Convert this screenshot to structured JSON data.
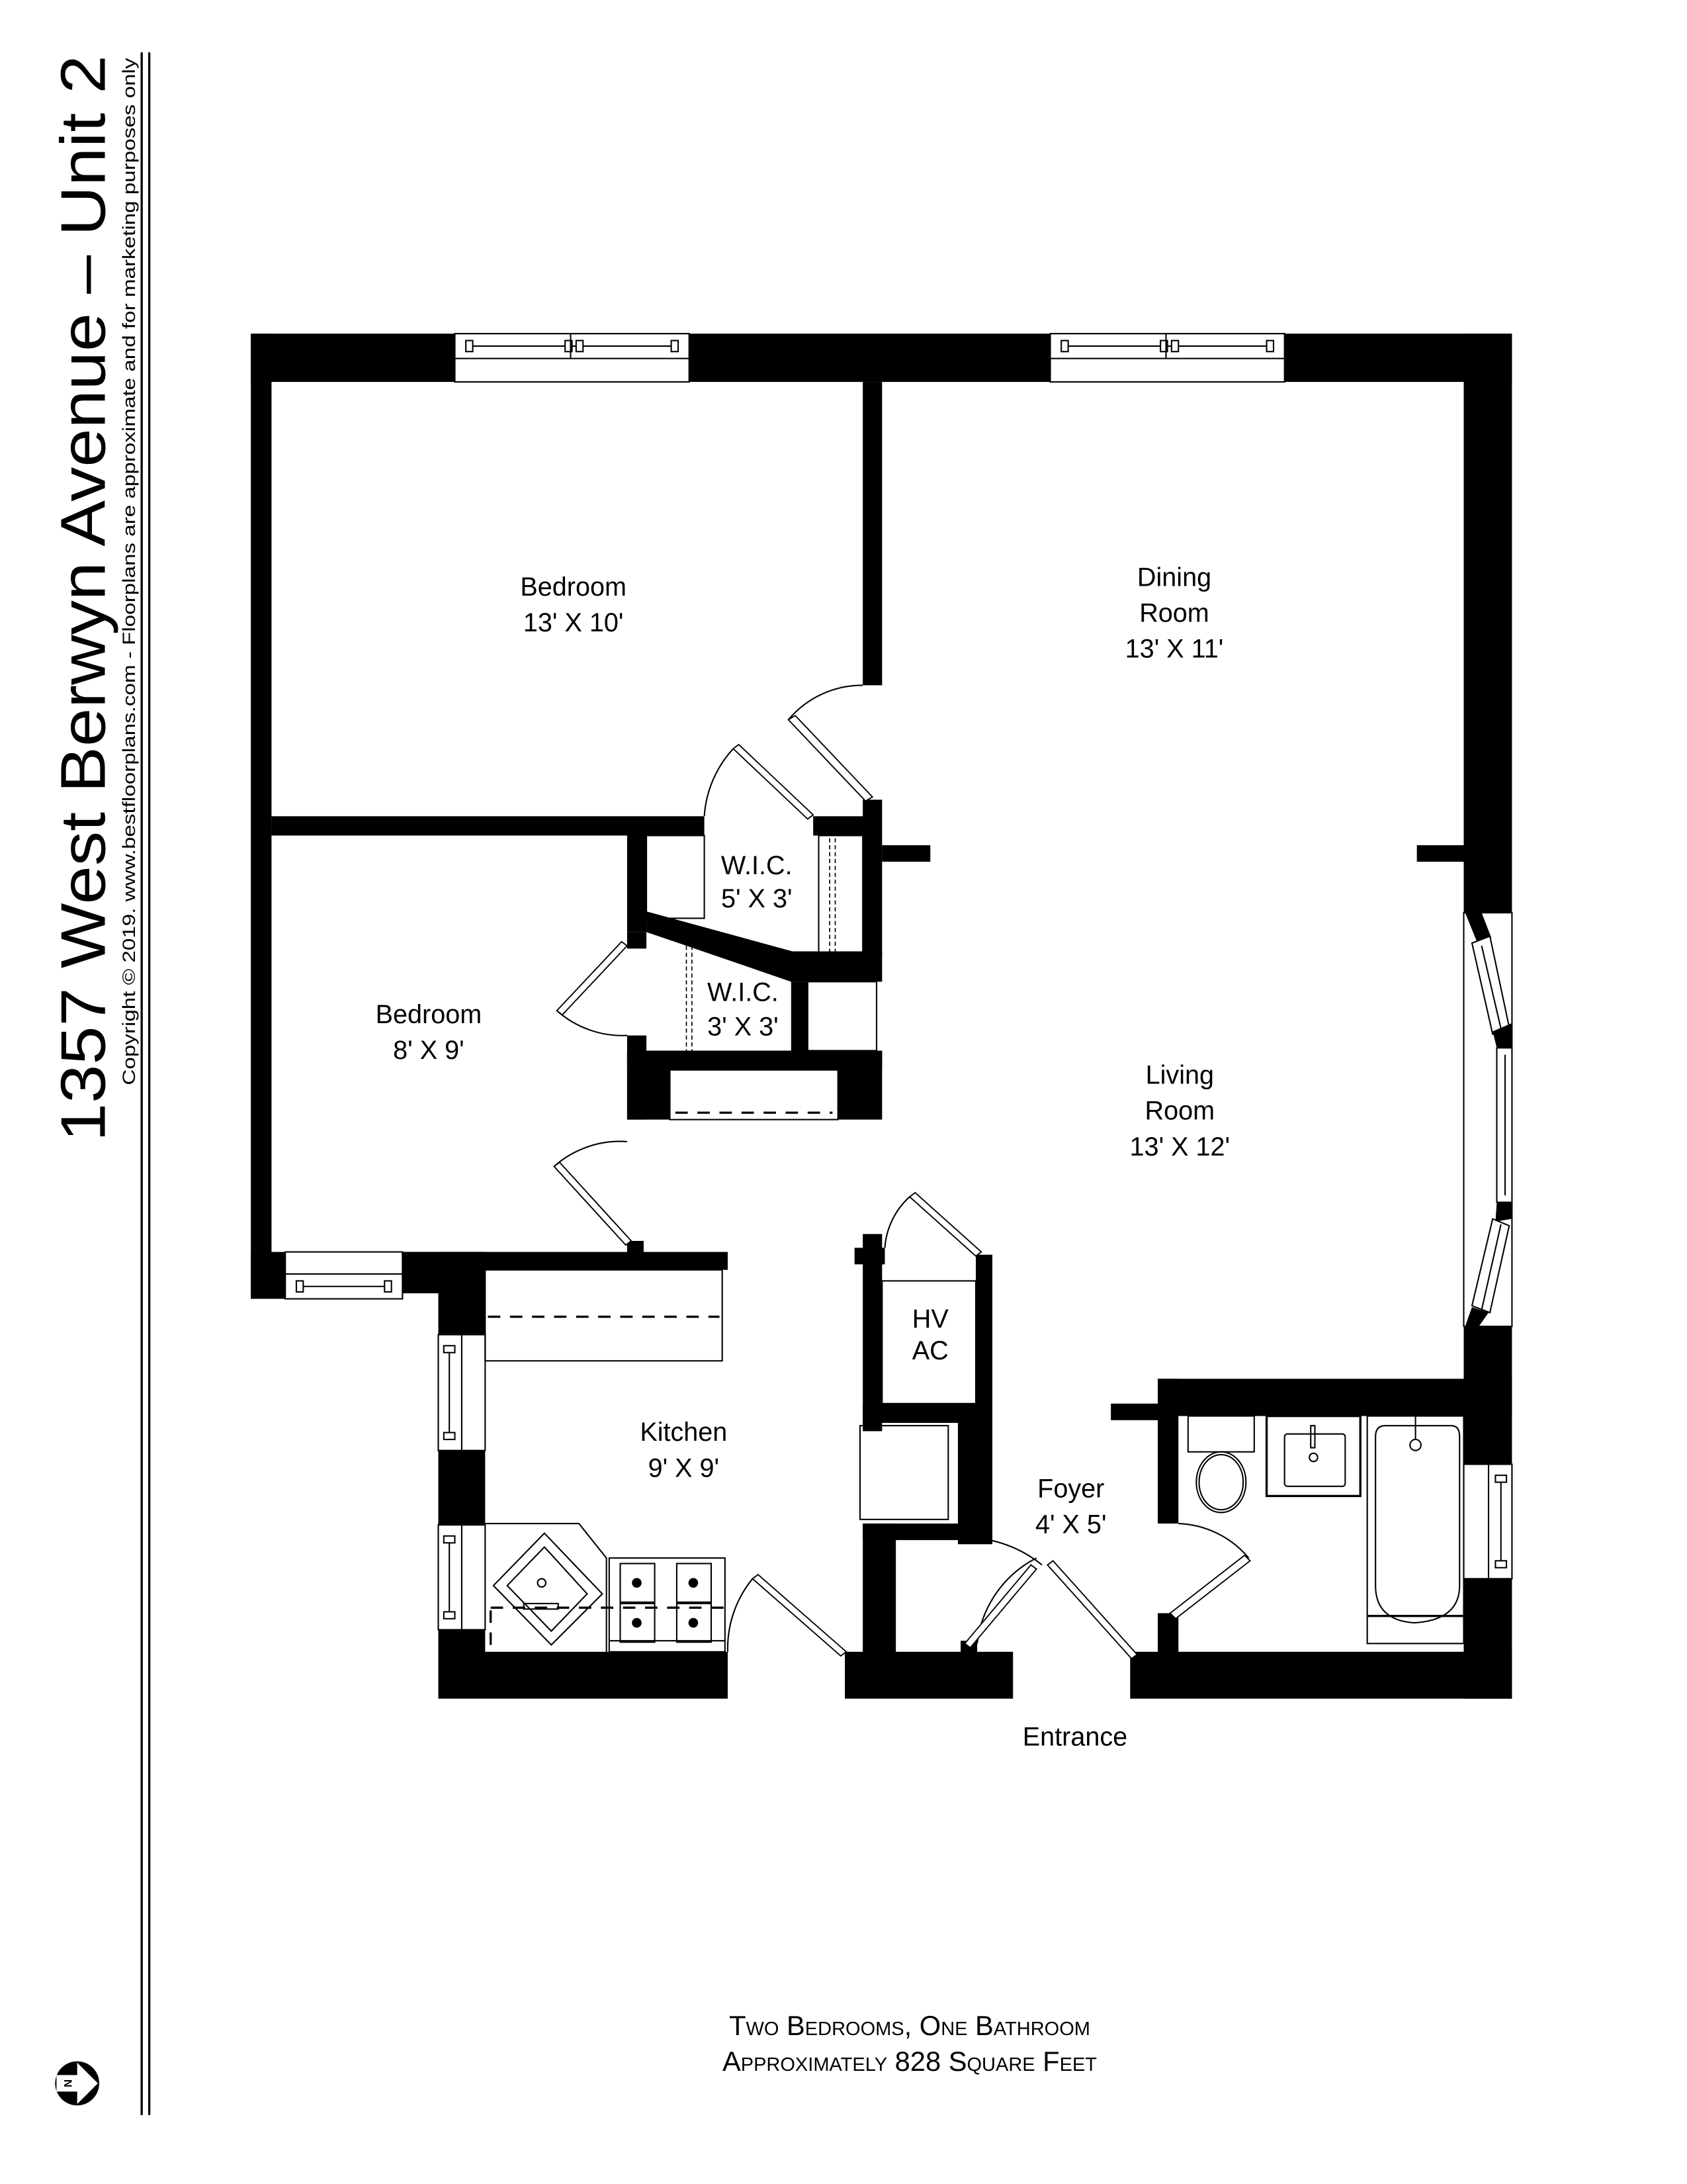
{
  "header": {
    "title": "1357 West Berwyn Avenue – Unit 2",
    "copyright": "Copyright © 2019. www.bestfloorplans.com - Floorplans are approximate and for marketing purposes only"
  },
  "rooms": {
    "bedroom1": {
      "name": "Bedroom",
      "size": "13' X 10'"
    },
    "dining": {
      "name_line1": "Dining",
      "name_line2": "Room",
      "size": "13' X 11'"
    },
    "wic1": {
      "name": "W.I.C.",
      "size": "5' X 3'"
    },
    "wic2": {
      "name": "W.I.C.",
      "size": "3' X 3'"
    },
    "bedroom2": {
      "name": "Bedroom",
      "size": "8' X 9'"
    },
    "living": {
      "name_line1": "Living",
      "name_line2": "Room",
      "size": "13' X 12'"
    },
    "hvac": {
      "line1": "HV",
      "line2": "AC"
    },
    "kitchen": {
      "name": "Kitchen",
      "size": "9' X 9'"
    },
    "foyer": {
      "name": "Foyer",
      "size": "4' X 5'"
    }
  },
  "entrance_label": "Entrance",
  "footer": {
    "line1": "Two Bedrooms, One Bathroom",
    "line2": "Approximately 828 Square Feet"
  },
  "compass": {
    "label": "N",
    "icon": "north-arrow-icon"
  },
  "colors": {
    "wall": "#000000",
    "background": "#ffffff"
  }
}
